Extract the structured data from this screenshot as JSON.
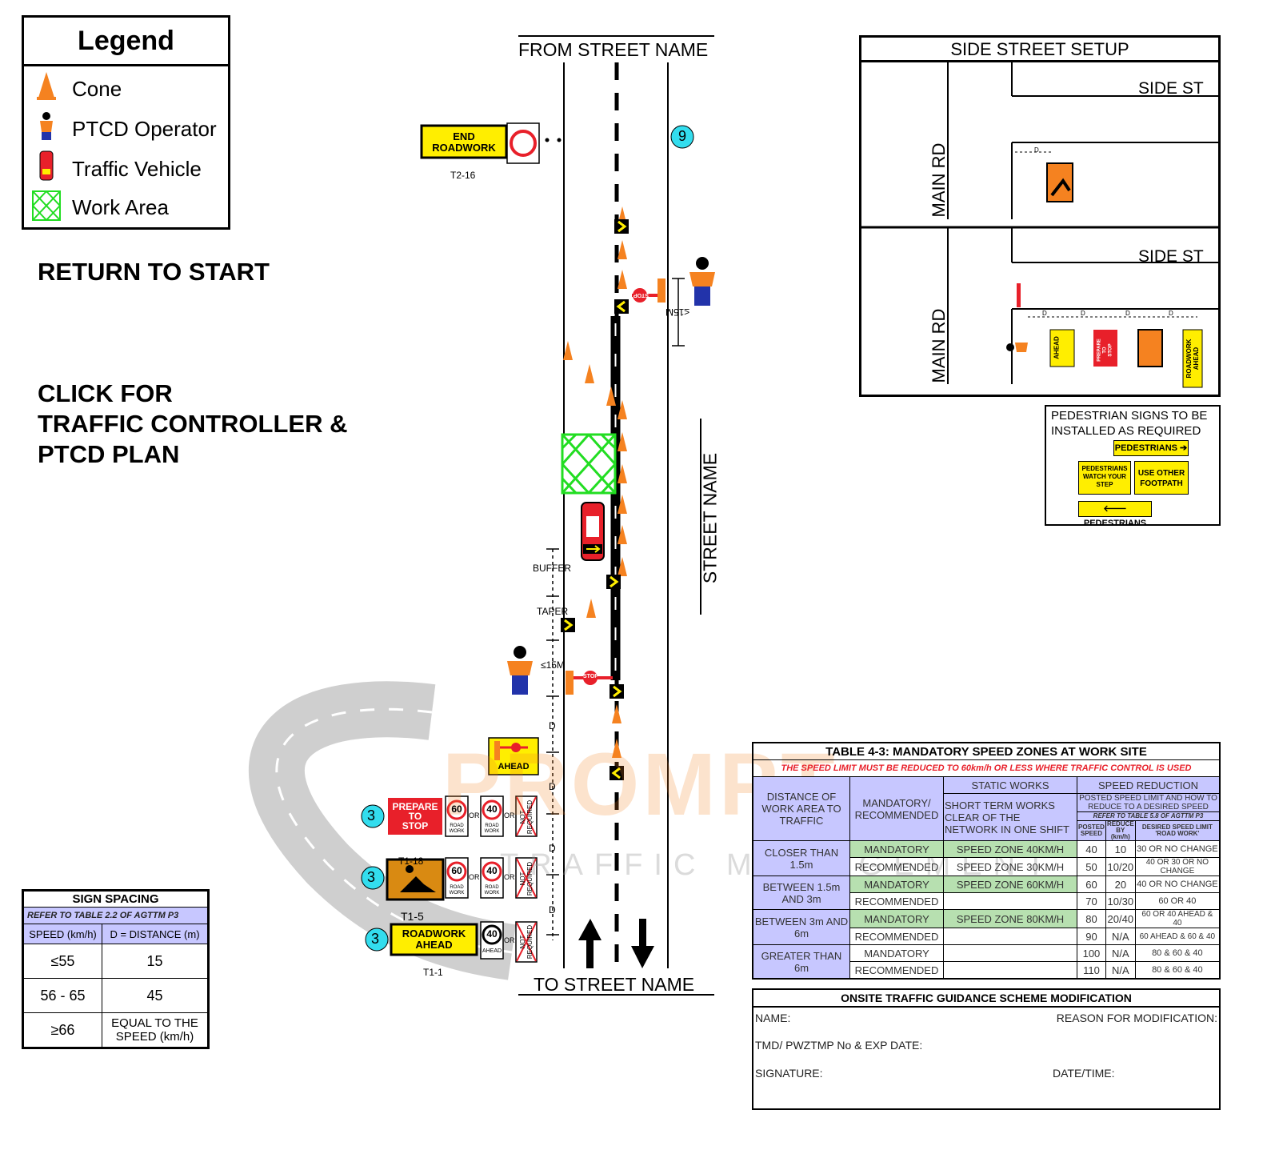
{
  "legend": {
    "title": "Legend",
    "items": [
      {
        "label": "Cone",
        "icon": "cone-icon"
      },
      {
        "label": "PTCD Operator",
        "icon": "operator-icon"
      },
      {
        "label": "Traffic Vehicle",
        "icon": "vehicle-icon"
      },
      {
        "label": "Work Area",
        "icon": "work-area-icon"
      }
    ]
  },
  "links": {
    "return_to_start": "RETURN TO START",
    "click_for": [
      "CLICK FOR",
      "TRAFFIC CONTROLLER &",
      "PTCD PLAN"
    ]
  },
  "road": {
    "from": "FROM STREET NAME",
    "to": "TO STREET NAME",
    "street": "STREET NAME",
    "buffer": "BUFFER",
    "taper": "TAPER",
    "le15": "≤15M",
    "d": "D",
    "or": "OR",
    "badge_9": "9",
    "badge_3": "3"
  },
  "signs": {
    "end_roadwork": [
      "END",
      "ROADWORK"
    ],
    "t2_16": "T2-16",
    "t1_18": "T1-18",
    "t1_5": "T1-5",
    "t1_1": "T1-1",
    "prepare_to_stop": [
      "PREPARE",
      "TO",
      "STOP"
    ],
    "roadwork_ahead": [
      "ROADWORK",
      "AHEAD"
    ],
    "ahead": "AHEAD",
    "stop": "STOP",
    "speed_60": "60",
    "speed_40": "40",
    "road_work": [
      "ROAD",
      "WORK"
    ],
    "not_required": [
      "NOT",
      "REQUIRED"
    ]
  },
  "side_street": {
    "title": "SIDE STREET SETUP",
    "side_st": "SIDE ST",
    "main_rd": "MAIN RD",
    "d": "D",
    "ahead": "AHEAD",
    "roadwork_ahead": [
      "ROADWORK",
      "AHEAD"
    ],
    "prepare_to_stop": [
      "PREPARE",
      "TO",
      "STOP"
    ]
  },
  "pedestrian": {
    "title": [
      "PEDESTRIAN SIGNS TO BE",
      "INSTALLED  AS REQUIRED"
    ],
    "pedestrians_right": "PEDESTRIANS ➔",
    "pedestrians_left": "🡐 PEDESTRIANS",
    "watch_step": [
      "PEDESTRIANS",
      "WATCH YOUR",
      "STEP"
    ],
    "use_other": [
      "USE OTHER",
      "FOOTPATH"
    ]
  },
  "sign_spacing": {
    "title": "SIGN SPACING",
    "ref": "REFER TO TABLE 2.2 OF AGTTM P3",
    "col_speed": "SPEED (km/h)",
    "col_distance": "D = DISTANCE (m)",
    "rows": [
      {
        "speed": "≤55",
        "distance": "15"
      },
      {
        "speed": "56 - 65",
        "distance": "45"
      },
      {
        "speed": "≥66",
        "distance": "EQUAL TO THE SPEED (km/h)"
      }
    ]
  },
  "zones": {
    "title": "TABLE 4-3: MANDATORY SPEED ZONES AT WORK SITE",
    "warning": "THE SPEED LIMIT MUST BE REDUCED TO 60km/h OR LESS WHERE TRAFFIC CONTROL IS USED",
    "h_static": "STATIC WORKS",
    "h_reduction": "SPEED REDUCTION",
    "h_distance": "DISTANCE OF WORK AREA TO TRAFFIC",
    "h_mandatory": "MANDATORY/ RECOMMENDED",
    "h_short": "SHORT TERM WORKS CLEAR OF THE NETWORK IN ONE SHIFT",
    "h_posted_text": "POSTED SPEED LIMIT AND HOW TO REDUCE TO A DESIRED SPEED",
    "h_refer": "REFER TO TABLE 5.8 OF AGTTM P3",
    "h_posted": "POSTED SPEED",
    "h_reduce": "REDUCE BY (km/h)",
    "h_desired": "DESIRED SPEED LIMIT 'ROAD WORK'",
    "groups": [
      {
        "distance": "CLOSER THAN 1.5m",
        "rows": [
          {
            "type": "MANDATORY",
            "zone": "SPEED ZONE 40KM/H",
            "posted": "40",
            "reduce": "10",
            "desired": "30 OR NO CHANGE"
          },
          {
            "type": "RECOMMENDED",
            "zone": "SPEED ZONE 30KM/H",
            "posted": "50",
            "reduce": "10/20",
            "desired": "40 OR 30 OR NO CHANGE"
          }
        ]
      },
      {
        "distance": "BETWEEN 1.5m AND 3m",
        "rows": [
          {
            "type": "MANDATORY",
            "zone": "SPEED ZONE 60KM/H",
            "posted": "60",
            "reduce": "20",
            "desired": "40 OR NO CHANGE"
          },
          {
            "type": "RECOMMENDED",
            "zone": "",
            "posted": "70",
            "reduce": "10/30",
            "desired": "60 OR 40"
          }
        ]
      },
      {
        "distance": "BETWEEN 3m AND 6m",
        "rows": [
          {
            "type": "MANDATORY",
            "zone": "SPEED ZONE 80KM/H",
            "posted": "80",
            "reduce": "20/40",
            "desired": "60 OR 40 AHEAD & 40"
          },
          {
            "type": "RECOMMENDED",
            "zone": "",
            "posted": "90",
            "reduce": "N/A",
            "desired": "60 AHEAD & 60 & 40"
          }
        ]
      },
      {
        "distance": "GREATER THAN 6m",
        "rows": [
          {
            "type": "MANDATORY",
            "zone": "",
            "posted": "100",
            "reduce": "N/A",
            "desired": "80 & 60 & 40"
          },
          {
            "type": "RECOMMENDED",
            "zone": "",
            "posted": "110",
            "reduce": "N/A",
            "desired": "80 & 60 & 40"
          }
        ]
      }
    ]
  },
  "modification": {
    "title": "ONSITE TRAFFIC GUIDANCE SCHEME MODIFICATION",
    "name": "NAME:",
    "reason": "REASON FOR MODIFICATION:",
    "tmd": "TMD/ PWZTMP No & EXP DATE:",
    "signature": "SIGNATURE:",
    "datetime": "DATE/TIME:"
  },
  "watermark": {
    "brand": "PROMPT",
    "sub": "TRAFFIC MANAGEMENT"
  },
  "colors": {
    "cone": "#f58220",
    "yellow": "#ffee00",
    "red": "#e8202a",
    "work_area": "#22dd22",
    "badge": "#33ddee",
    "purple": "#c7c7ff",
    "green": "#b7e0b0",
    "warning": "#e8202a"
  }
}
